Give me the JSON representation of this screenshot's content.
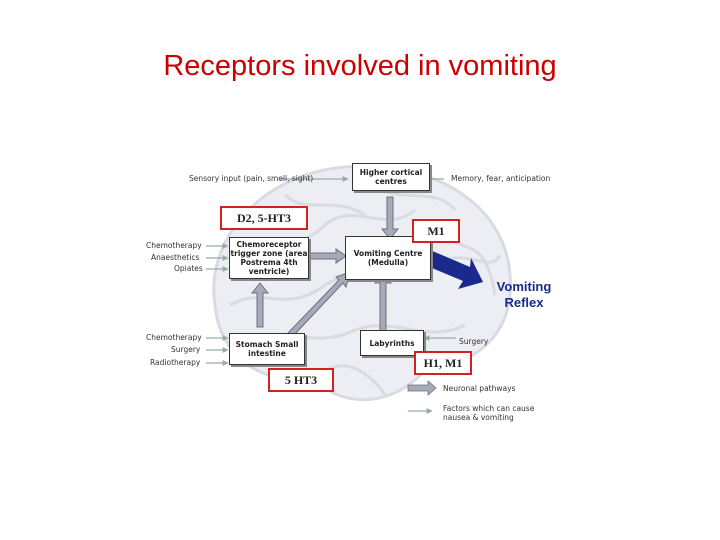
{
  "title": "Receptors involved in vomiting",
  "boxes": {
    "higher": "Higher cortical centres",
    "ctz": "Chemoreceptor trigger zone (area Postrema 4th ventricle)",
    "vc": "Vomiting Centre (Medulla)",
    "stomach": "Stomach Small intestine",
    "labyrinths": "Labyrinths"
  },
  "inputs": {
    "sensory": "Sensory input (pain, smell, sight)",
    "memory": "Memory, fear, anticipation",
    "chemo1": "Chemotherapy",
    "anaes": "Anaesthetics",
    "opiates": "Opiates",
    "chemo2": "Chemotherapy",
    "surgery1": "Surgery",
    "radio": "Radiotherapy",
    "surgery2": "Surgery"
  },
  "receptors": {
    "ctz": "D2, 5-HT3",
    "vc": "M1",
    "stomach": "5 HT3",
    "labyrinths": "H1, M1"
  },
  "reflex": {
    "line1": "Vomiting",
    "line2": "Reflex"
  },
  "legend": {
    "neuronal": "Neuronal pathways",
    "factors": "Factors which can cause nausea & vomiting"
  },
  "colors": {
    "title": "#cc0000",
    "receptor_border": "#d32020",
    "reflex_arrow": "#1a2a8c"
  }
}
